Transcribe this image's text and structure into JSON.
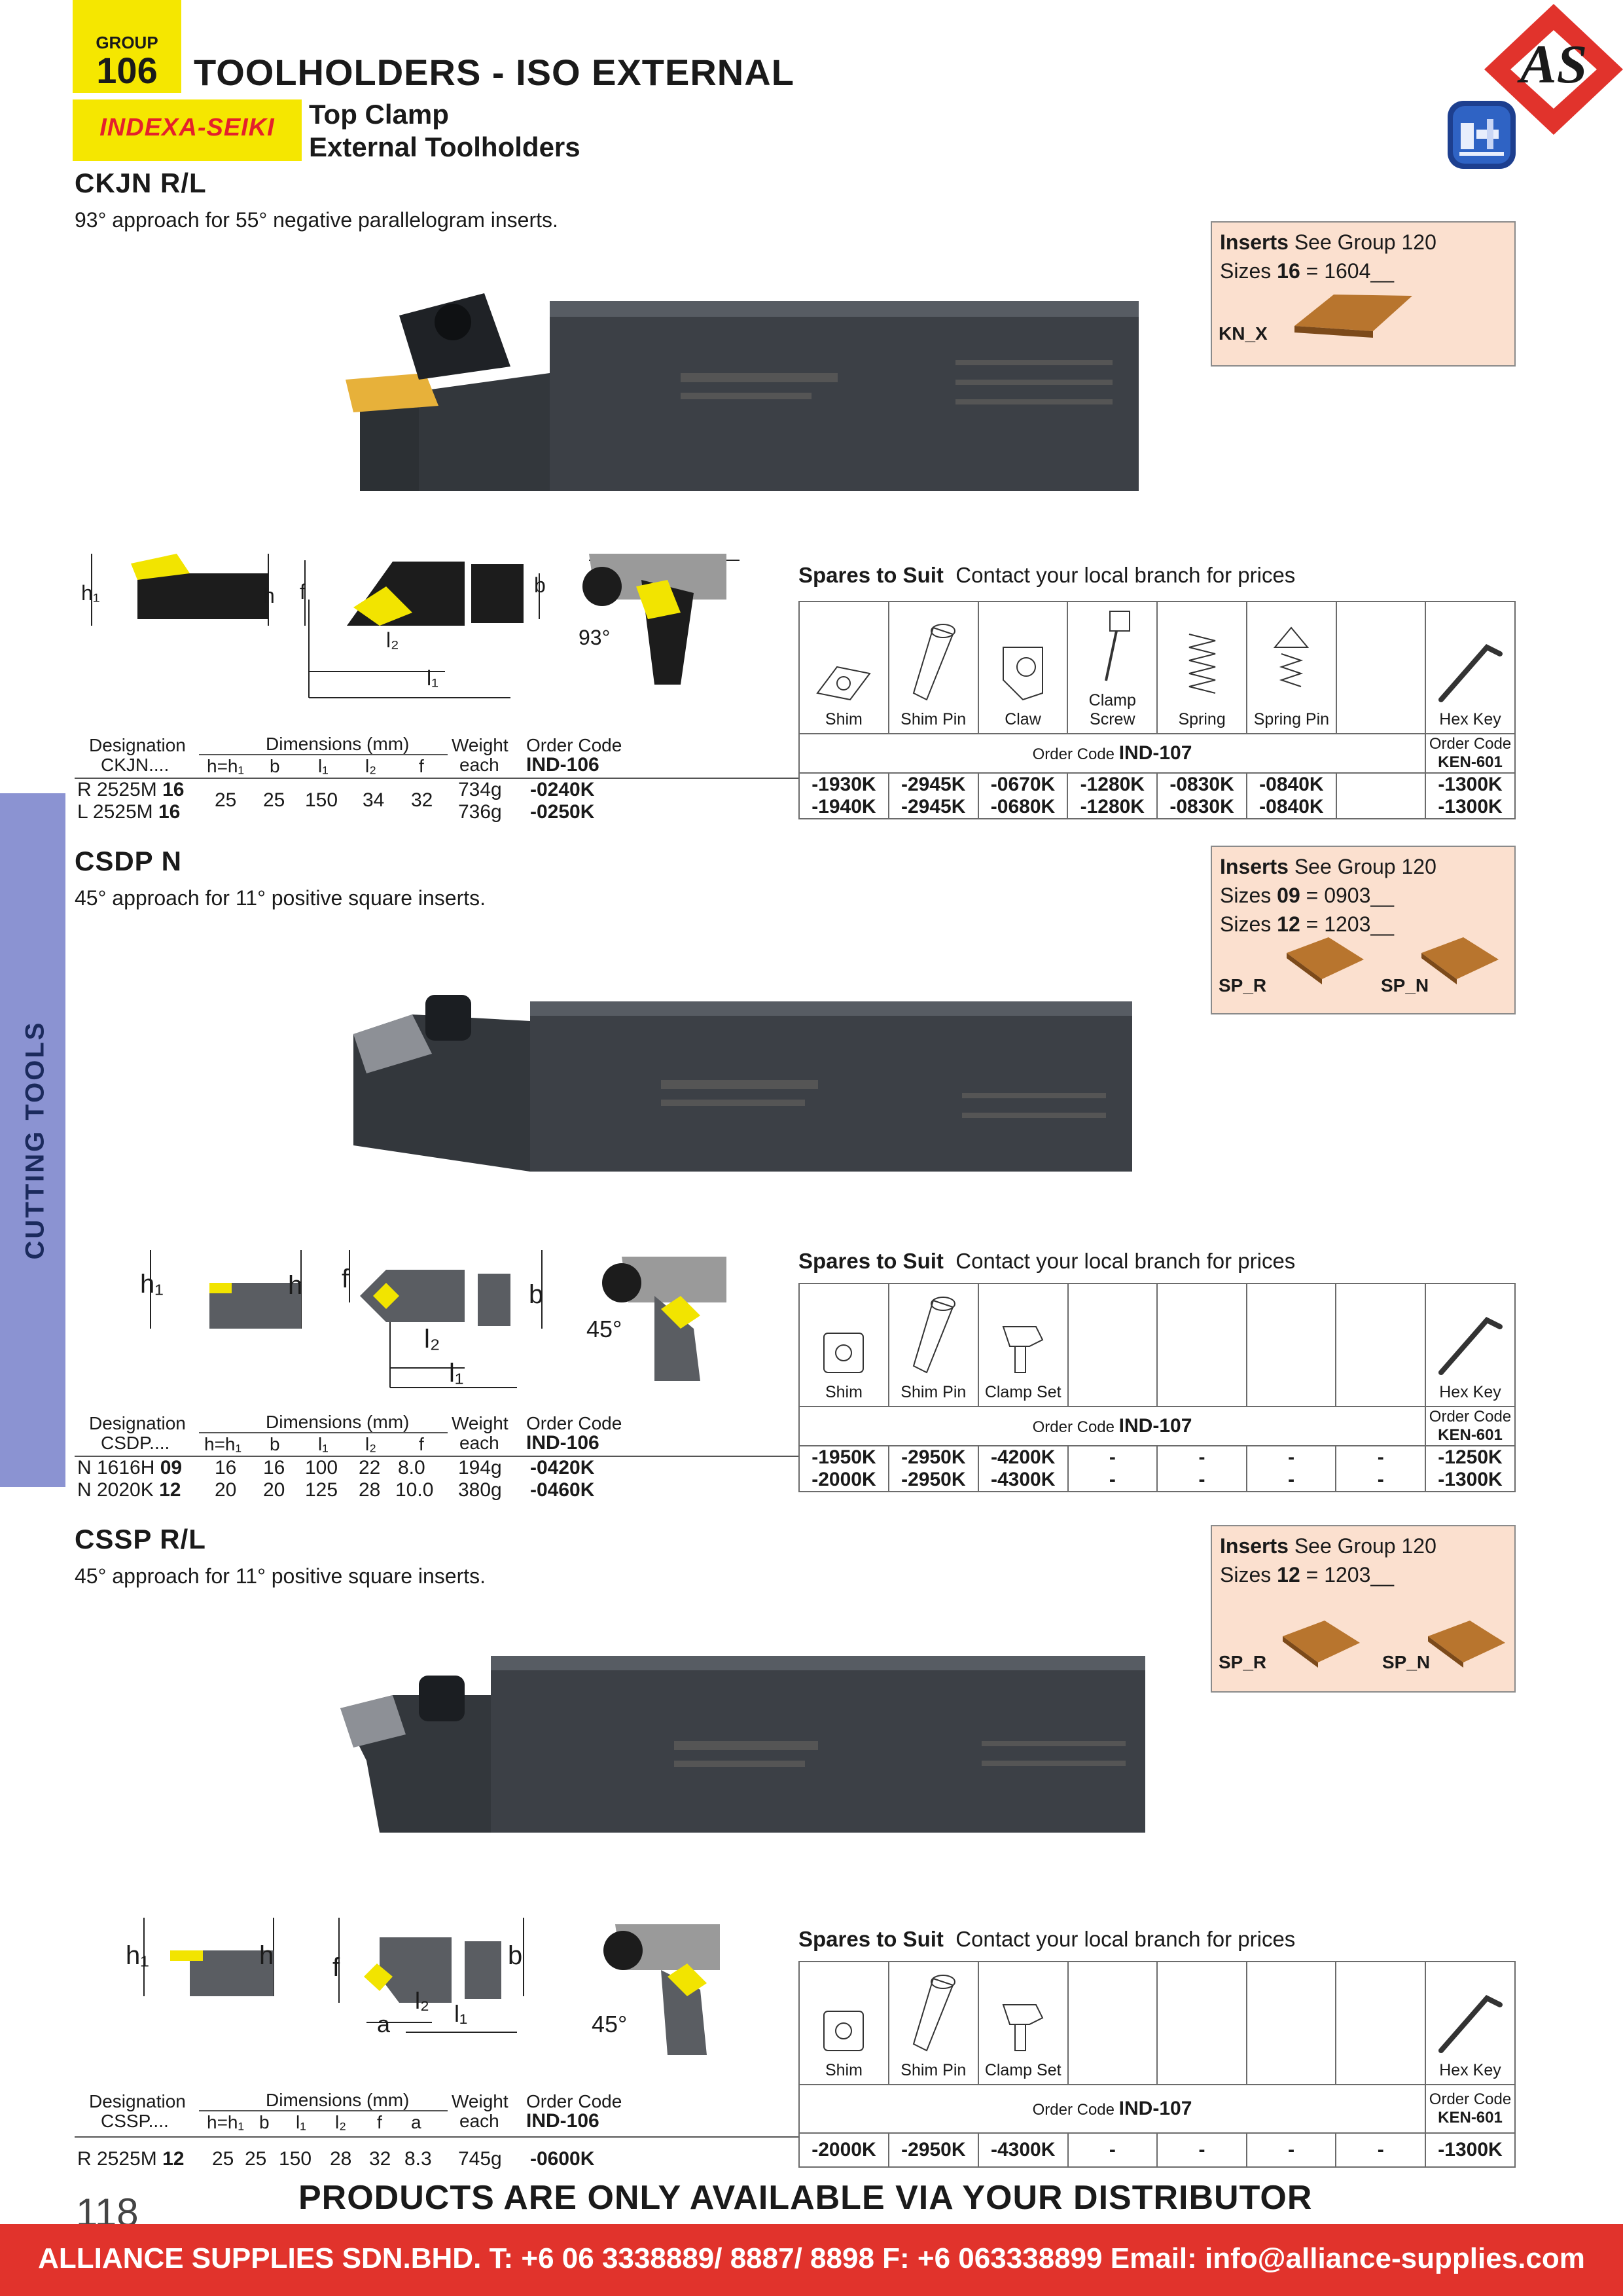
{
  "header": {
    "group_label": "GROUP",
    "group_number": "106",
    "title": "TOOLHOLDERS - ISO EXTERNAL",
    "brand": "INDEXA-SEIKI",
    "subtitle_line1": "Top Clamp",
    "subtitle_line2": "External Toolholders",
    "logo_text": "AS"
  },
  "side_tab": "CUTTING TOOLS",
  "spares_heading": "Spares to Suit",
  "spares_note": "Contact your local branch for prices",
  "sections": [
    {
      "title": "CKJN R/L",
      "description": "93° approach for 55° negative parallelogram inserts.",
      "angle_label": "93°",
      "inserts_box": {
        "label": "Inserts",
        "group": "See Group 120",
        "sizes": [
          {
            "prefix": "Sizes",
            "size": "16",
            "code": "= 1604__"
          }
        ],
        "insert_labels": [
          "KN_X"
        ]
      },
      "spares": {
        "parts": [
          "Shim",
          "Shim Pin",
          "Claw",
          "Clamp Screw",
          "Spring",
          "Spring Pin",
          "",
          "Hex Key"
        ],
        "order_label": "Order Code",
        "order_code": "IND-107",
        "hex_order_label": "Order Code",
        "hex_order_code": "KEN-601",
        "rows": [
          [
            "-1930K",
            "-2945K",
            "-0670K",
            "-1280K",
            "-0830K",
            "-0840K",
            "",
            "-1300K"
          ],
          [
            "-1940K",
            "-2945K",
            "-0680K",
            "-1280K",
            "-0830K",
            "-0840K",
            "",
            "-1300K"
          ]
        ]
      },
      "table": {
        "designation": "Designation",
        "prefix": "CKJN....",
        "dimensions": "Dimensions (mm)",
        "columns": [
          "h=h₁",
          "b",
          "l₁",
          "l₂",
          "f"
        ],
        "weight": "Weight",
        "each": "each",
        "order_code_label": "Order Code",
        "order_code": "IND-106",
        "shared_dims": [
          "25",
          "25",
          "150",
          "34",
          "32"
        ],
        "rows": [
          {
            "designation": "R 2525M",
            "size": "16",
            "weight": "734g",
            "code": "-0240K"
          },
          {
            "designation": "L 2525M",
            "size": "16",
            "weight": "736g",
            "code": "-0250K"
          }
        ]
      }
    },
    {
      "title": "CSDP N",
      "description": "45° approach for 11° positive square inserts.",
      "angle_label": "45°",
      "inserts_box": {
        "label": "Inserts",
        "group": "See Group 120",
        "sizes": [
          {
            "prefix": "Sizes",
            "size": "09",
            "code": "= 0903__"
          },
          {
            "prefix": "Sizes",
            "size": "12",
            "code": "= 1203__"
          }
        ],
        "insert_labels": [
          "SP_R",
          "SP_N"
        ]
      },
      "spares": {
        "parts": [
          "Shim",
          "Shim Pin",
          "Clamp Set",
          "",
          "",
          "",
          "",
          "Hex Key"
        ],
        "order_label": "Order Code",
        "order_code": "IND-107",
        "hex_order_label": "Order Code",
        "hex_order_code": "KEN-601",
        "rows": [
          [
            "-1950K",
            "-2950K",
            "-4200K",
            "-",
            "-",
            "-",
            "-",
            "-1250K"
          ],
          [
            "-2000K",
            "-2950K",
            "-4300K",
            "-",
            "-",
            "-",
            "-",
            "-1300K"
          ]
        ]
      },
      "table": {
        "designation": "Designation",
        "prefix": "CSDP....",
        "dimensions": "Dimensions (mm)",
        "columns": [
          "h=h₁",
          "b",
          "l₁",
          "l₂",
          "f"
        ],
        "weight": "Weight",
        "each": "each",
        "order_code_label": "Order Code",
        "order_code": "IND-106",
        "rows": [
          {
            "designation": "N 1616H",
            "size": "09",
            "dims": [
              "16",
              "16",
              "100",
              "22",
              "8.0"
            ],
            "weight": "194g",
            "code": "-0420K"
          },
          {
            "designation": "N 2020K",
            "size": "12",
            "dims": [
              "20",
              "20",
              "125",
              "28",
              "10.0"
            ],
            "weight": "380g",
            "code": "-0460K"
          }
        ]
      }
    },
    {
      "title": "CSSP R/L",
      "description": "45° approach for 11° positive square inserts.",
      "angle_label": "45°",
      "inserts_box": {
        "label": "Inserts",
        "group": "See Group 120",
        "sizes": [
          {
            "prefix": "Sizes",
            "size": "12",
            "code": "= 1203__"
          }
        ],
        "insert_labels": [
          "SP_R",
          "SP_N"
        ]
      },
      "spares": {
        "parts": [
          "Shim",
          "Shim Pin",
          "Clamp Set",
          "",
          "",
          "",
          "",
          "Hex Key"
        ],
        "order_label": "Order Code",
        "order_code": "IND-107",
        "hex_order_label": "Order Code",
        "hex_order_code": "KEN-601",
        "rows": [
          [
            "-2000K",
            "-2950K",
            "-4300K",
            "-",
            "-",
            "-",
            "-",
            "-1300K"
          ]
        ]
      },
      "table": {
        "designation": "Designation",
        "prefix": "CSSP....",
        "dimensions": "Dimensions (mm)",
        "columns": [
          "h=h₁",
          "b",
          "l₁",
          "l₂",
          "f",
          "a"
        ],
        "weight": "Weight",
        "each": "each",
        "order_code_label": "Order Code",
        "order_code": "IND-106",
        "rows": [
          {
            "designation": "R 2525M",
            "size": "12",
            "dims": [
              "25",
              "25",
              "150",
              "28",
              "32",
              "8.3"
            ],
            "weight": "745g",
            "code": "-0600K"
          }
        ]
      }
    }
  ],
  "diagram_labels": {
    "h1": "h₁",
    "h": "h",
    "f": "f",
    "b": "b",
    "l1": "l₁",
    "l2": "l₂",
    "a": "a"
  },
  "footer": {
    "page_number": "118",
    "distributor_note": "PRODUCTS ARE ONLY AVAILABLE VIA YOUR DISTRIBUTOR",
    "contact": "ALLIANCE SUPPLIES SDN.BHD. T: +6 06 3338889/ 8887/ 8898 F: +6 063338899 Email: info@alliance-supplies.com"
  },
  "colors": {
    "yellow": "#f5e700",
    "brand_red": "#e4202c",
    "footer_red": "#e1332c",
    "side_tab": "#8b93d2",
    "insert_box": "#fbe0cf"
  }
}
